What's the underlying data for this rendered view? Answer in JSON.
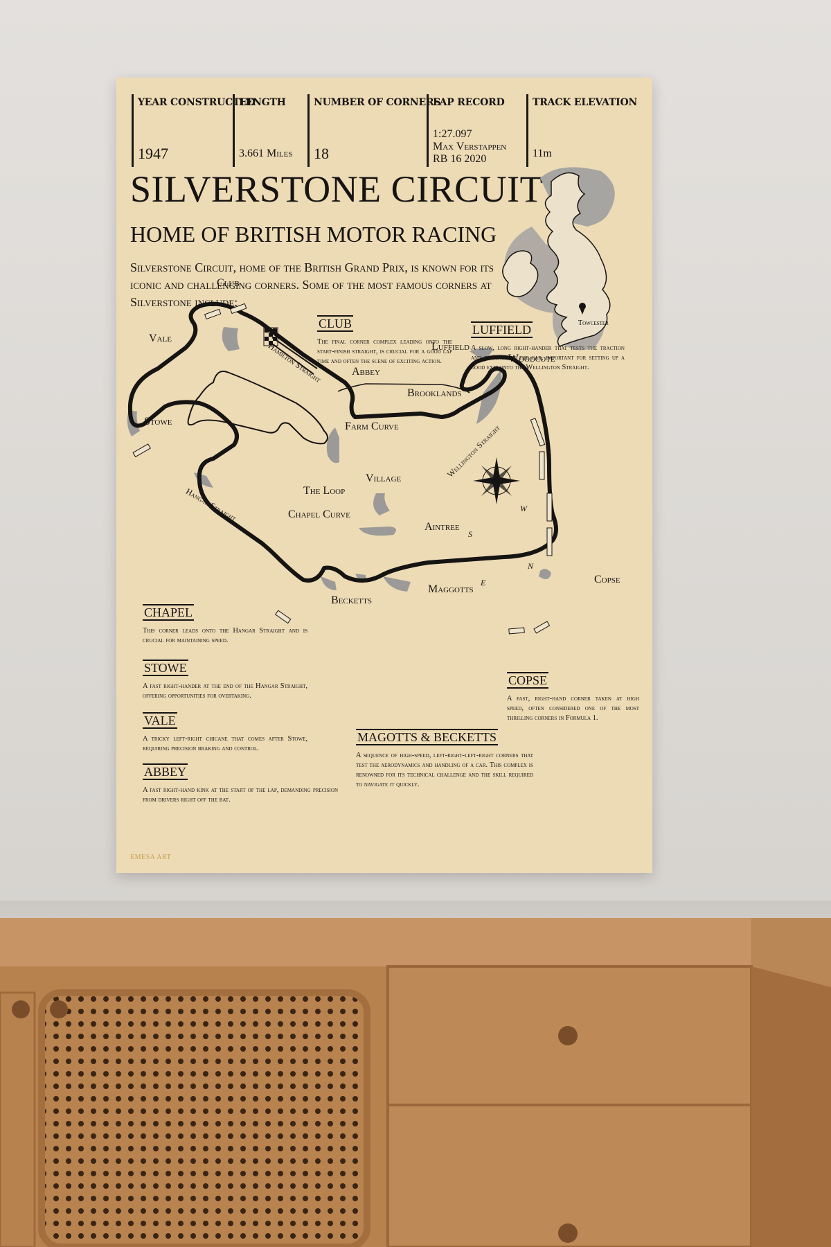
{
  "poster": {
    "stats": [
      {
        "label": "YEAR CONSTRUCTED",
        "value": "1947"
      },
      {
        "label": "LENGTH",
        "value": "3.661 Miles"
      },
      {
        "label": "NUMBER OF CORNERS",
        "value": "18"
      },
      {
        "label": "LAP RECORD",
        "value": "1:27.097\nMax Verstappen\nRB 16 2020"
      },
      {
        "label": "TRACK ELEVATION",
        "value": "11m"
      }
    ],
    "title": "SILVERSTONE CIRCUIT",
    "subtitle": "HOME OF BRITISH MOTOR RACING",
    "intro": "Silverstone Circuit, home of the British Grand Prix, is known for its iconic and challenging corners. Some of the most famous corners at Silverstone include:",
    "map_label": "Towcester",
    "track_labels": {
      "club": "Club",
      "vale": "Vale",
      "stowe": "Stowe",
      "hamilton": "Hamilton Straight",
      "abbey": "Abbey",
      "brooklands": "Brooklands",
      "luffield": "Luffield",
      "woodcote": "Woodcote",
      "farm": "Farm Curve",
      "village": "Village",
      "the_loop": "The Loop",
      "chapel_curve": "Chapel Curve",
      "wellington": "Wellington Straight",
      "hangar": "Hangar Straight",
      "aintree": "Aintree",
      "becketts": "Becketts",
      "maggotts": "Maggotts",
      "copse": "Copse"
    },
    "compass": {
      "w": "W",
      "s": "S",
      "n": "N",
      "e": "E"
    },
    "cards": {
      "club": {
        "title": "CLUB",
        "text": "The final corner complex leading onto the start-finish straight, is crucial for a good lap time and often the scene of exciting action."
      },
      "luffield": {
        "title": "LUFFIELD",
        "text": "A slow, long right-hander that tests the traction and balance of the car, important for setting up a good exit onto the Wellington Straight."
      },
      "chapel": {
        "title": "CHAPEL",
        "text": "This corner leads onto the Hangar Straight and is crucial for maintaining speed."
      },
      "stowe": {
        "title": "STOWE",
        "text": "A fast right-hander at the end of the Hangar Straight, offering opportunities for overtaking."
      },
      "vale": {
        "title": "VALE",
        "text": "A tricky left-right chicane that comes after Stowe, requiring precision braking and control."
      },
      "abbey": {
        "title": "ABBEY",
        "text": "A fast right-hand kink at the start of the lap, demanding precision from drivers right off the bat."
      },
      "copse": {
        "title": "COPSE",
        "text": "A fast, right-hand corner taken at high speed, often considered one of the most thrilling corners in Formula 1."
      },
      "magotts": {
        "title": "MAGOTTS & BECKETTS",
        "text": "A sequence of high-speed, left-right-left-right corners that test the aerodynamics and handling of a car. This complex is renowned for its technical challenge and the skill required to navigate it quickly."
      }
    },
    "brand": "EMESA ART"
  }
}
